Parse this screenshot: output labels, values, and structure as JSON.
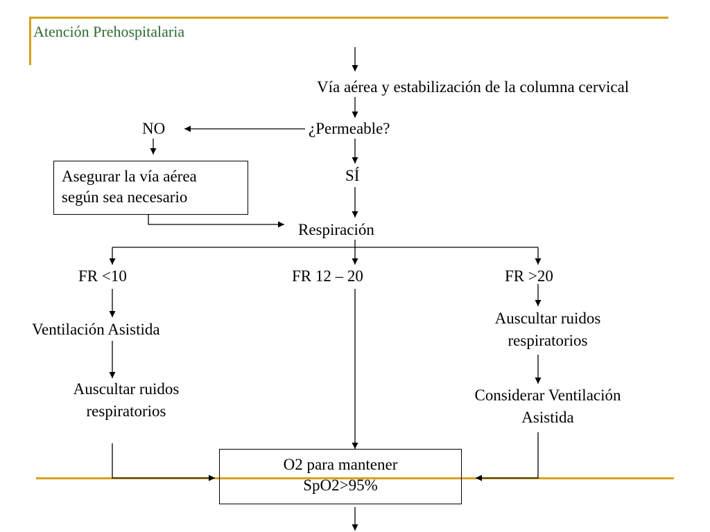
{
  "header": {
    "title": "Atención Prehospitalaria"
  },
  "theme": {
    "accent": "#d6a21e",
    "title_color": "#2e6b2e"
  },
  "flow": {
    "airway": "Vía aérea y estabilización de la columna cervical",
    "permeable_question": "¿Permeable?",
    "no": "NO",
    "yes": "SÍ",
    "secure_airway": [
      "Asegurar la vía aérea",
      "según sea necesario"
    ],
    "breathing": "Respiración",
    "fr_low": "FR <10",
    "fr_mid": "FR 12 – 20",
    "fr_high": "FR >20",
    "assisted_ventilation": "Ventilación Asistida",
    "auscultate_left": [
      "Auscultar ruidos",
      "respiratorios"
    ],
    "auscultate_right": [
      "Auscultar ruidos",
      "respiratorios"
    ],
    "consider_ventilation": [
      "Considerar Ventilación",
      "Asistida"
    ],
    "oxygen": [
      "O2 para mantener",
      "SpO2>95%"
    ]
  }
}
